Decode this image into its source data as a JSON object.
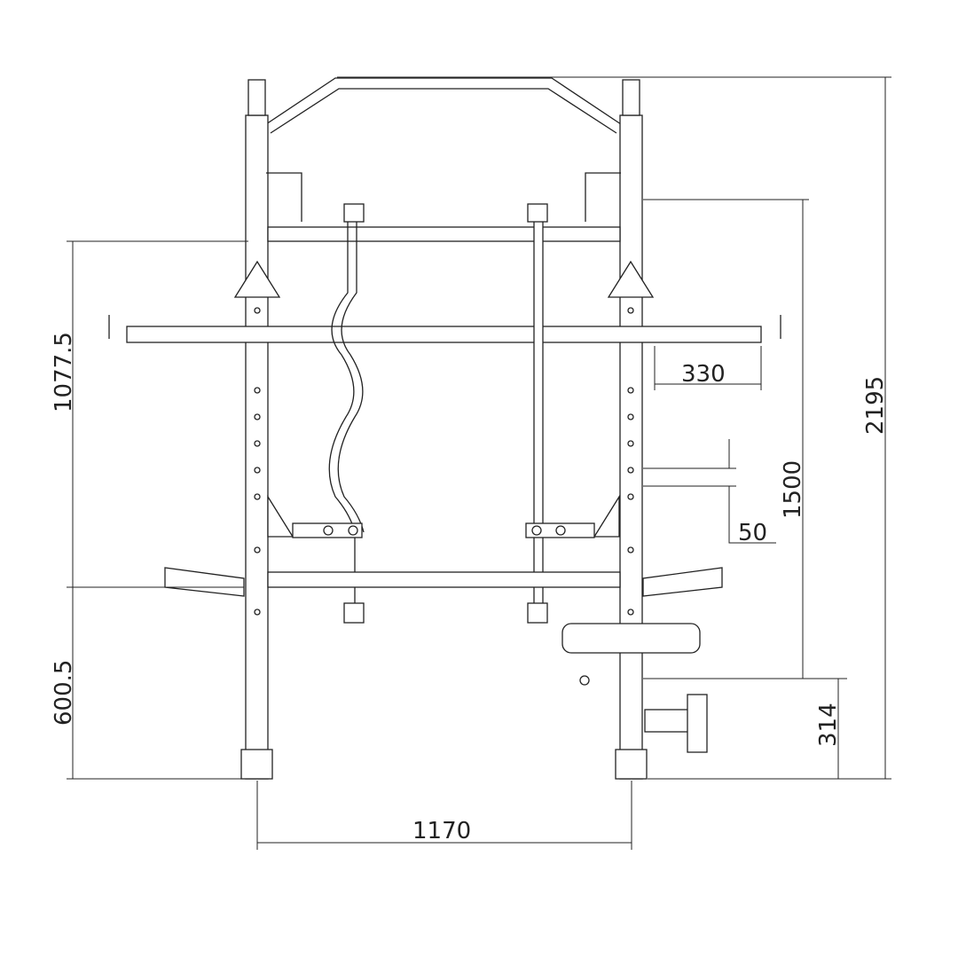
{
  "dimensions": {
    "total_height": "2195",
    "upper_height": "1077.5",
    "lower_height": "600.5",
    "width": "1170",
    "bar_extension": "330",
    "hole_spacing": "50",
    "pulley_height": "1500",
    "footplate_height": "314"
  },
  "colors": {
    "line": "#222222",
    "background": "#ffffff"
  }
}
